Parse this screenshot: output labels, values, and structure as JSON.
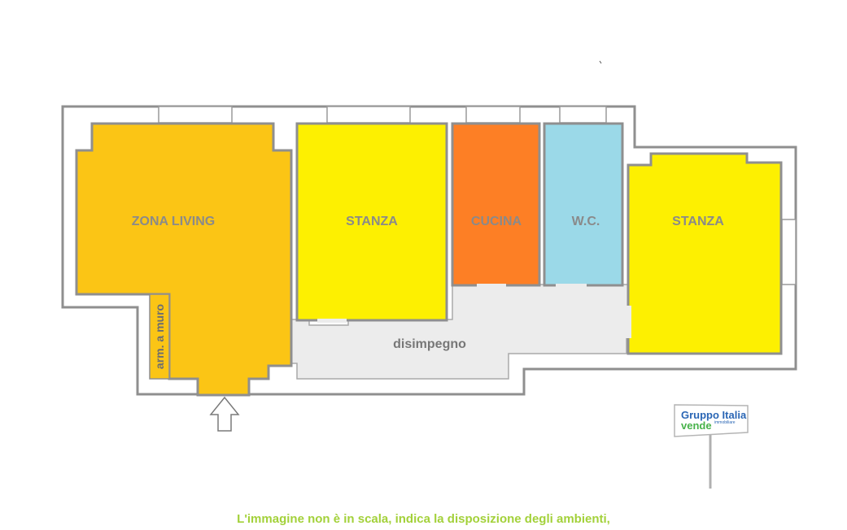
{
  "rooms": {
    "living": "ZONA LIVING",
    "room1": "STANZA",
    "kitchen": "CUCINA",
    "wc": "W.C.",
    "room2": "STANZA",
    "hall": "disimpegno",
    "closet": "arm. a muro"
  },
  "colors": {
    "living": "#fbc515",
    "room": "#fdf001",
    "kitchen": "#fd7f25",
    "wc": "#9bd9e8",
    "hall": "#ececec",
    "wall": "#8f8f8f",
    "disclaimer": "#a3d13a"
  },
  "logo": {
    "line1": "Gruppo Italia",
    "line2": "vende",
    "subtitle": "immobiliare"
  },
  "footer": {
    "disclaimer": "L'immagine non è in scala, indica la disposizione degli ambienti,"
  }
}
